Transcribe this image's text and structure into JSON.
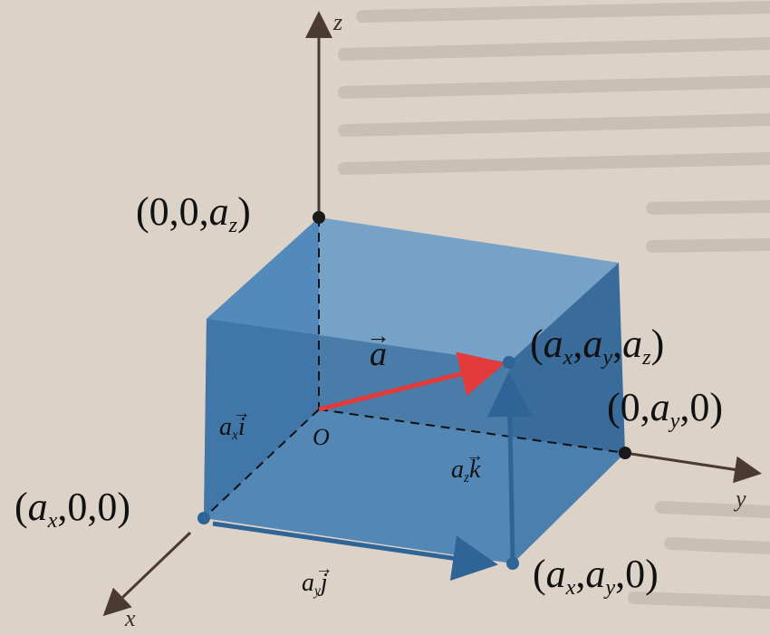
{
  "axes": {
    "x_label": "x",
    "y_label": "y",
    "z_label": "z",
    "origin_label": "O"
  },
  "points": {
    "z_point": {
      "open": "(0,0,",
      "var": "a",
      "sub": "z",
      "close": ")"
    },
    "tip": {
      "open": "(",
      "a1": "a",
      "s1": "x",
      "a2": "a",
      "s2": "y",
      "a3": "a",
      "s3": "z",
      "close": ")"
    },
    "y_point": {
      "open": "(0,",
      "var": "a",
      "sub": "y",
      "close": ",0)"
    },
    "x_point": {
      "open": "(",
      "var": "a",
      "sub": "x",
      "close": ",0,0)"
    },
    "xy_point": {
      "open": "(",
      "a1": "a",
      "s1": "x",
      "sep": ",",
      "a2": "a",
      "s2": "y",
      "close": ",0)"
    }
  },
  "vectors": {
    "a_vec": "a",
    "i_comp": {
      "coef": "a",
      "sub": "x",
      "unit": "i"
    },
    "j_comp": {
      "coef": "a",
      "sub": "y",
      "unit": "j"
    },
    "k_comp": {
      "coef": "a",
      "sub": "z",
      "unit": "k"
    }
  },
  "colors": {
    "box_fill": "#4d86b8",
    "box_dark": "#3d74a6",
    "box_light": "#6a9cc8",
    "vector": "#e33b3b",
    "axis": "#4a3a30",
    "paper": "#dcd2c8"
  }
}
